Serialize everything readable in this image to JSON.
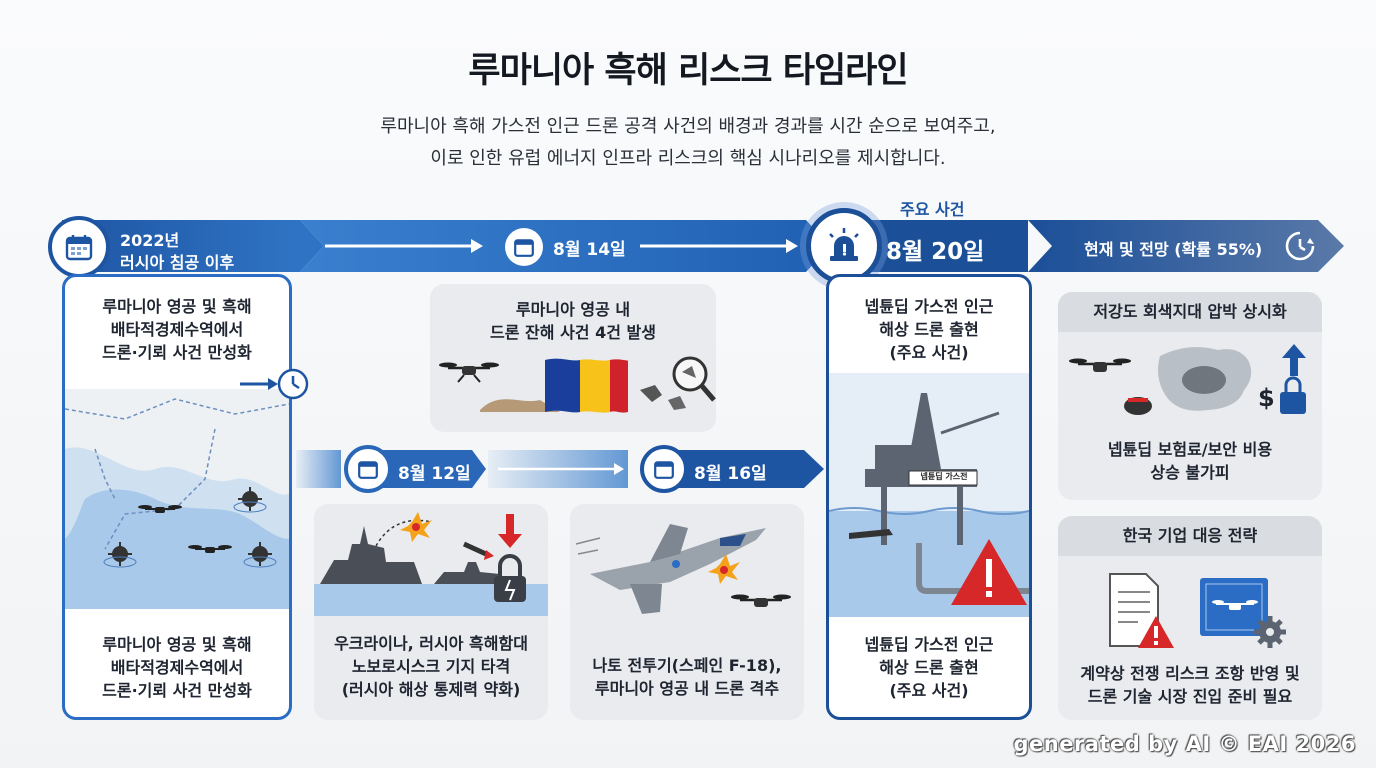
{
  "title": "루마니아 흑해 리스크 타임라인",
  "subtitle": {
    "line1": "루마니아 흑해 가스전 인근 드론 공격 사건의 배경과 경과를 시간 순으로 보여주고,",
    "line2": "이로 인한 유럽 에너지 인프라 리스크의 핵심 시나리오를 제시합니다."
  },
  "timeline": {
    "start": {
      "label_line1": "2022년",
      "label_line2": "러시아 침공 이후",
      "top_text": [
        "루마니아 영공 및 흑해",
        "배타적경제수역에서",
        "드론·기뢰 사건 만성화"
      ],
      "bottom_text": [
        "루마니아 영공 및 흑해",
        "배타적경제수역에서",
        "드론·기뢰 사건 만성화"
      ]
    },
    "aug14": {
      "label": "8월 14일",
      "text": [
        "루마니아 영공 내",
        "드론 잔해 사건 4건 발생"
      ]
    },
    "aug12": {
      "label": "8월 12일",
      "text": [
        "우크라이나, 러시아 흑해함대",
        "노보로시스크 기지 타격",
        "(러시아 해상 통제력 약화)"
      ]
    },
    "aug16": {
      "label": "8월 16일",
      "text": [
        "나토 전투기(스페인 F-18),",
        "루마니아 영공 내 드론 격추"
      ]
    },
    "aug20": {
      "tag": "주요 사건",
      "label": "8월 20일",
      "top_text": [
        "넵튠딥 가스전 인근",
        "해상 드론 출현",
        "(주요 사건)"
      ],
      "platform_sign": "넵튠딥 가스전",
      "bottom_text": [
        "넵튠딥 가스전 인근",
        "해상 드론 출현",
        "(주요 사건)"
      ]
    },
    "outlook": {
      "label": "현재 및 전망 (확률 55%)",
      "card1": {
        "header": "저강도 회색지대 압박 상시화",
        "text": [
          "넵튠딥 보험료/보안 비용",
          "상승 불가피"
        ]
      },
      "card2": {
        "header": "한국 기업 대응 전략",
        "text": [
          "계약상 전쟁 리스크 조항 반영 및",
          "드론 기술 시장 진입 준비 필요"
        ]
      }
    }
  },
  "icons": {
    "calendar": "calendar-icon",
    "clock": "clock-icon",
    "siren": "siren-icon",
    "drone": "drone-icon",
    "mine": "sea-mine-icon",
    "warning": "warning-icon",
    "lock": "lock-icon",
    "magnifier": "magnifier-icon",
    "dollar": "dollar-icon",
    "document": "document-icon",
    "blueprint": "blueprint-icon",
    "gear": "gear-icon"
  },
  "colors": {
    "primary_blue": "#1e55a3",
    "light_blue": "#2f74c4",
    "warning_red": "#d62828",
    "flag_blue": "#1a3e9c",
    "flag_yellow": "#f7c21a",
    "flag_red": "#d0222a"
  },
  "watermark": "generated by AI © EAI 2026"
}
